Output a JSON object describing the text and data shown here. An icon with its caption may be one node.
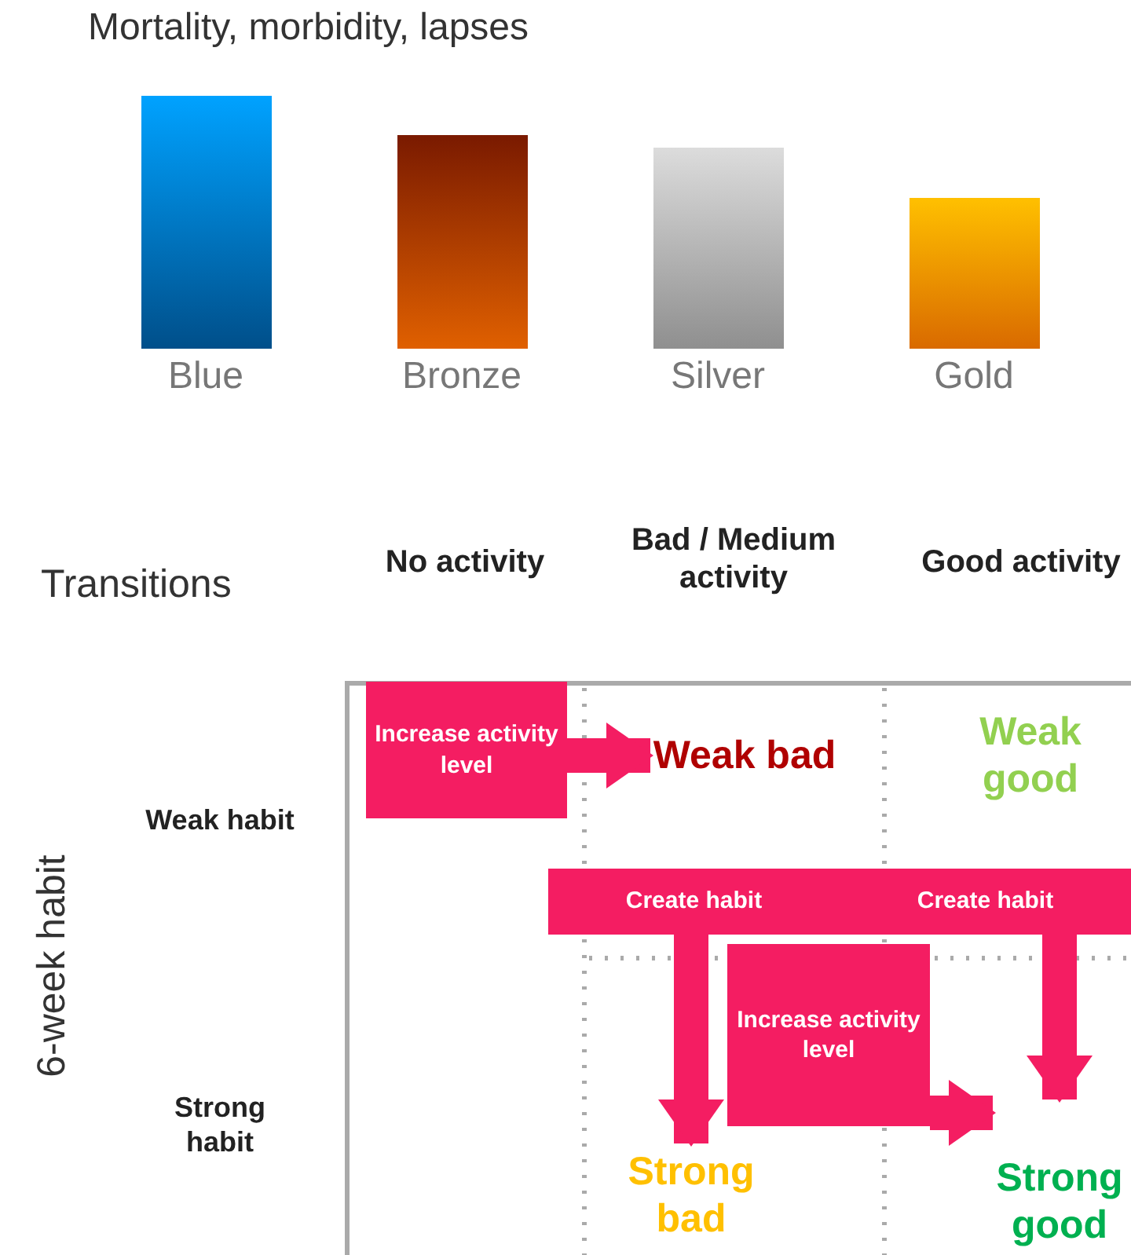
{
  "diagram": {
    "nodes": [
      {
        "text": [
          "Increase activity level"
        ]
      },
      {
        "text": [
          "Weak bad"
        ]
      },
      {
        "text": [
          "Weak good"
        ]
      },
      {
        "text": [
          "Create habit",
          "Create habit"
        ]
      },
      {
        "text": [
          "Increase activity level"
        ]
      },
      {
        "text": [
          "Strong bad"
        ]
      },
      {
        "text": [
          "Strong good"
        ]
      }
    ],
    "edges": [
      {
        "from": 0,
        "to": 1,
        "arrow": "to"
      },
      {
        "from": 3,
        "to": 5,
        "arrow": "to"
      },
      {
        "from": 3,
        "to": 6,
        "arrow": "to"
      },
      {
        "from": 4,
        "to": 6,
        "arrow": "to"
      }
    ],
    "labels": [
      "Mortality, morbidity, lapses",
      "Blue",
      "Bronze",
      "Silver",
      "Gold",
      "Transitions",
      "No activity",
      "Bad / Medium activity",
      "Good activity",
      "6-week habit",
      "Weak habit",
      "Strong habit"
    ]
  }
}
